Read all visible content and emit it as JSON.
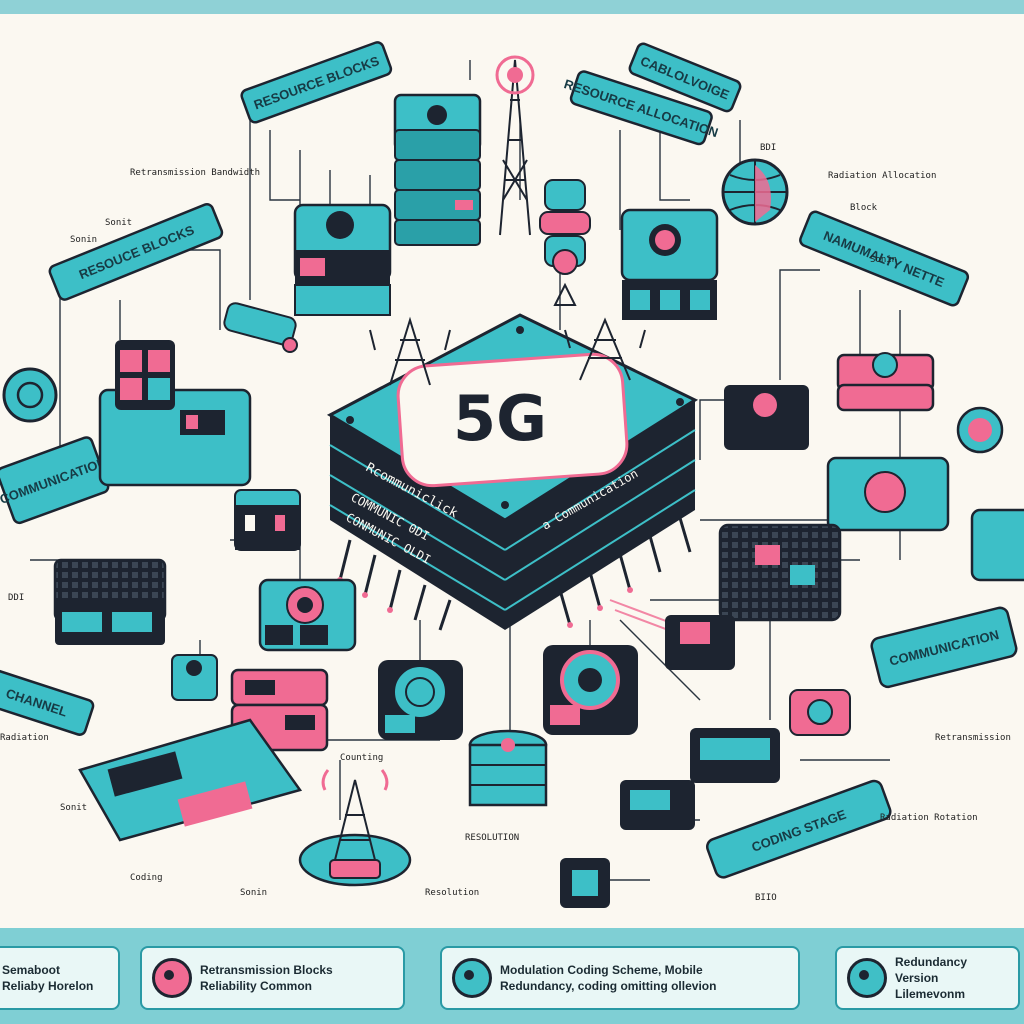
{
  "center": {
    "label": "5G",
    "lines": [
      "Rcommuniclick",
      "COMMUNIC 0DI",
      "CONMUNIC OLDI"
    ],
    "side_line": "a Communication"
  },
  "banners": [
    "RESOURCE BLOCKS",
    "RESOURCE ALLOCATION",
    "CABLOLVOIGE",
    "RESOUCE BLOCKS",
    "NAMUMALTY NETTE",
    "COMMUNICATION",
    "COMMUNICATION",
    "CHANNEL",
    "CODING STAGE"
  ],
  "annotations": [
    "Retransmission Bandwidth",
    "Sonit",
    "Sonin",
    "BDI",
    "Block",
    "Radiation Allocation",
    "Sonin",
    "DDI",
    "Radiation",
    "RESOLUTION",
    "Sonin",
    "BIIO",
    "Retransmission",
    "Sonit",
    "Radiation Rotation",
    "Counting",
    "Resolution",
    "Coding"
  ],
  "legend": [
    {
      "line1": "Semaboot",
      "line2": "Reliaby Horelon"
    },
    {
      "line1": "Retransmission Blocks",
      "line2": "Reliability Common"
    },
    {
      "line1": "Modulation Coding Scheme, Mobile",
      "line2": "Redundancy, coding omitting ollevion"
    },
    {
      "line1": "Redundancy Version",
      "line2": "Lilemevonm"
    }
  ],
  "colors": {
    "teal": "#3dbfc7",
    "pink": "#f06b93",
    "dark": "#1d2430",
    "paper": "#fbf8f1"
  }
}
